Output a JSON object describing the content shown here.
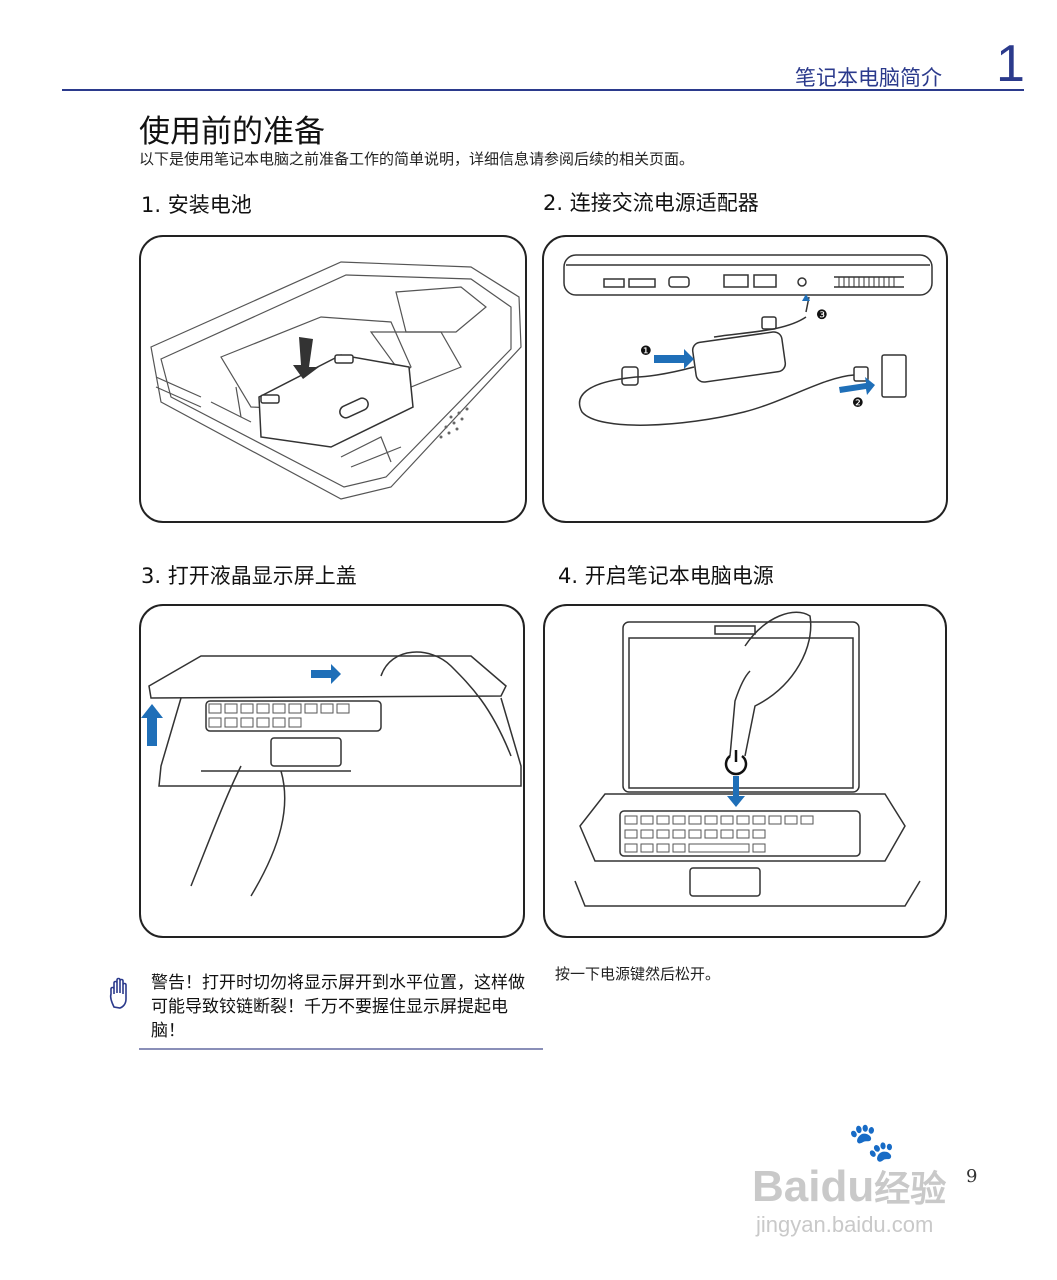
{
  "header": {
    "section_title": "笔记本电脑简介",
    "chapter_number": "1"
  },
  "page": {
    "title": "使用前的准备",
    "intro": "以下是使用笔记本电脑之前准备工作的简单说明，详细信息请参阅后续的相关页面。"
  },
  "steps": [
    {
      "label": "1. 安装电池"
    },
    {
      "label": "2. 连接交流电源适配器"
    },
    {
      "label": "3. 打开液晶显示屏上盖"
    },
    {
      "label": "4. 开启笔记本电脑电源"
    }
  ],
  "callouts": {
    "one": "❶",
    "two": "❷",
    "three": "❸"
  },
  "warning": {
    "icon": "hand-stop-icon",
    "text": "警告！打开时切勿将显示屏开到水平位置，这样做可能导致铰链断裂！千万不要握住显示屏提起电脑！"
  },
  "note": "按一下电源键然后松开。",
  "page_number": "9",
  "watermark": {
    "brand": "Bai",
    "brand_tail": "du",
    "brand_suffix": "经验",
    "url": "jingyan.baidu.com"
  },
  "colors": {
    "accent": "#2b3a8c",
    "arrow": "#1f6fb8"
  }
}
